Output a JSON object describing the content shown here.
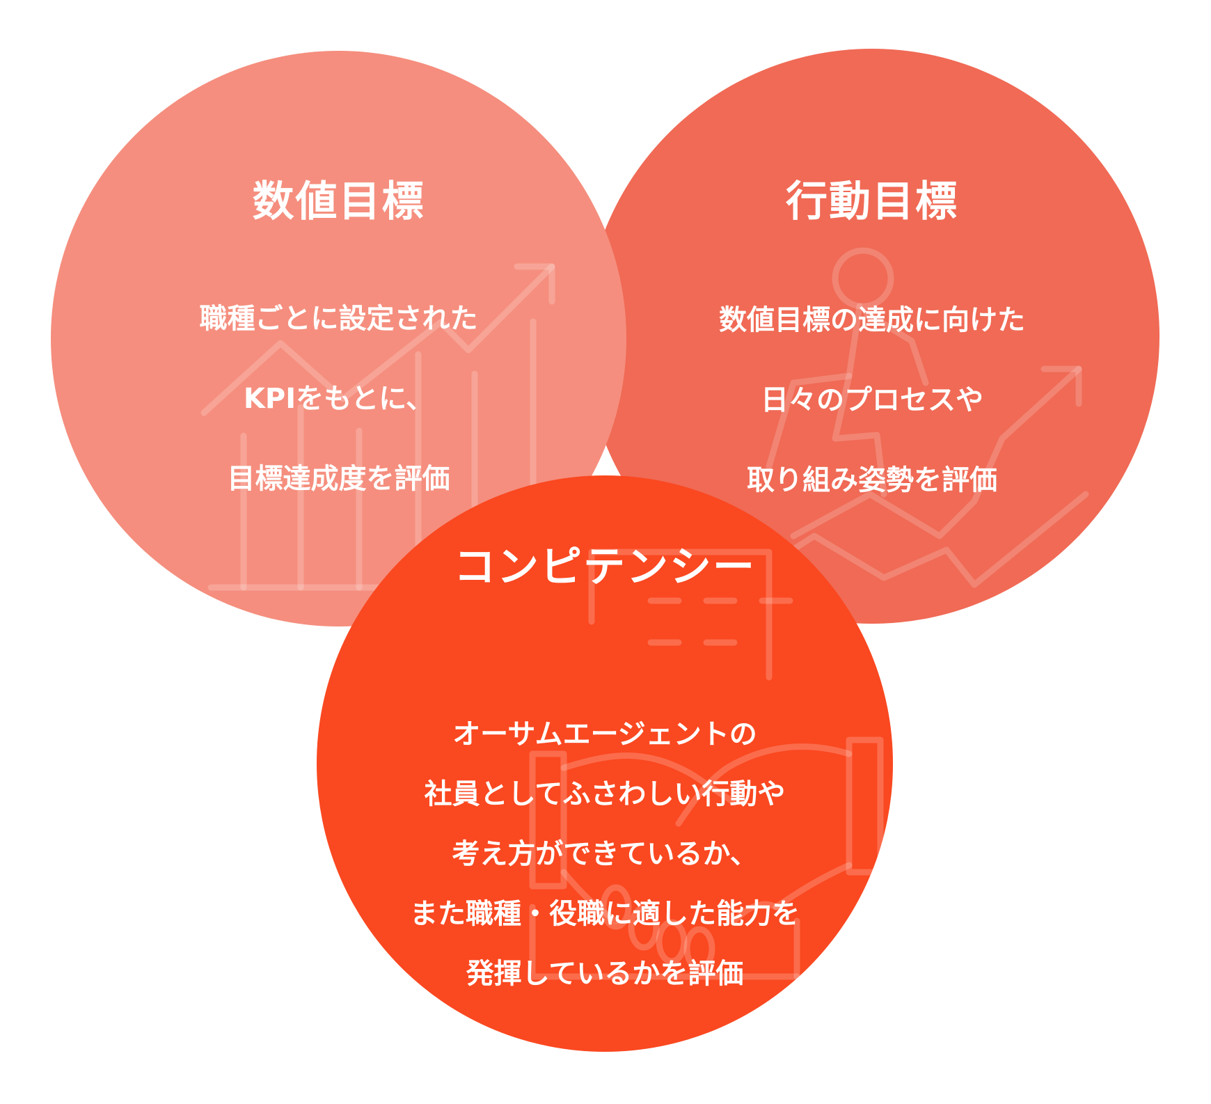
{
  "diagram": {
    "type": "overlapping-circles",
    "circles": [
      {
        "id": "numeric-goals",
        "title": "数値目標",
        "lines": [
          "職種ごとに設定された",
          "KPIをもとに、",
          "目標達成度を評価"
        ],
        "color": "#F58E7E",
        "icon": "bar-chart-arrow-icon"
      },
      {
        "id": "behavior-goals",
        "title": "行動目標",
        "lines": [
          "数値目標の達成に向けた",
          "日々のプロセスや",
          "取り組み姿勢を評価"
        ],
        "color": "#F06A55",
        "icon": "person-climbing-arrow-icon"
      },
      {
        "id": "competency",
        "title": "コンピテンシー",
        "lines": [
          "オーサムエージェントの",
          "社員としてふさわしい行動や",
          "考え方ができているか、",
          "また職種・役職に適した能力を",
          "発揮しているかを評価"
        ],
        "color": "#FA4820",
        "icon": "handshake-document-icon"
      }
    ]
  }
}
